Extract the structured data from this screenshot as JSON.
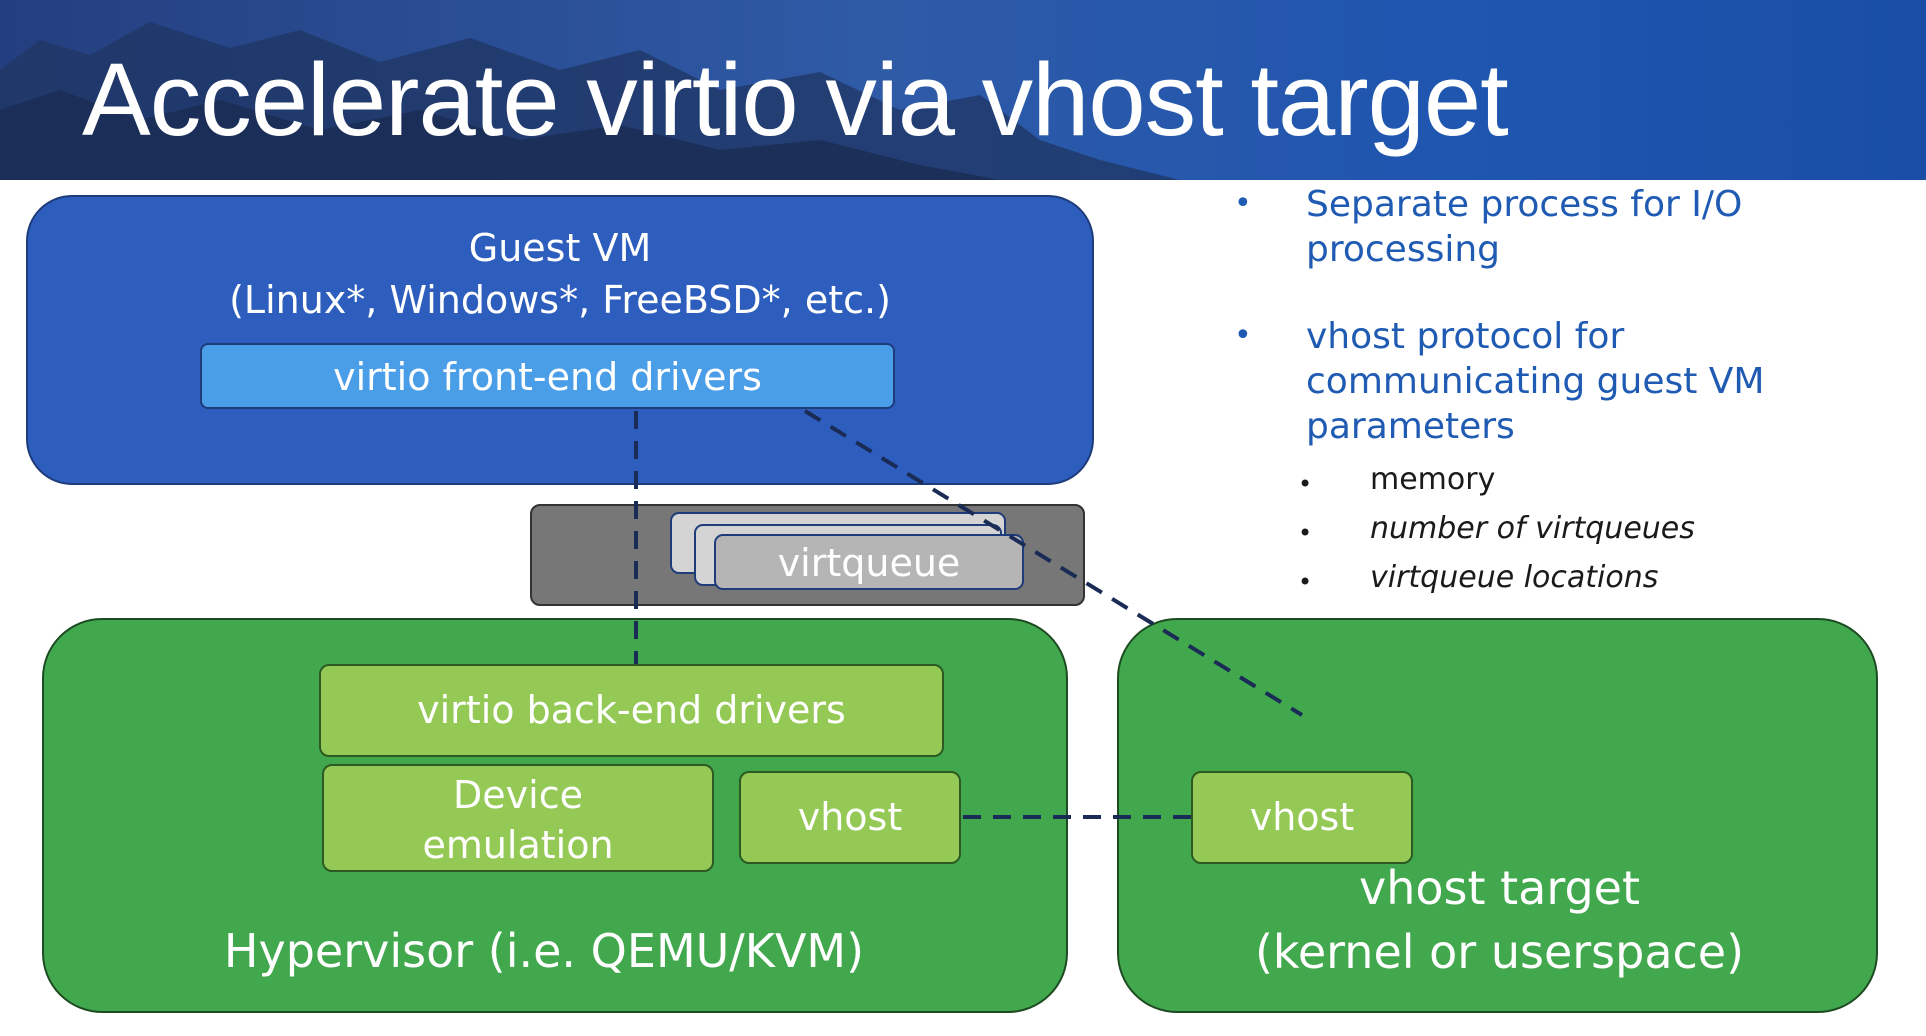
{
  "slide": {
    "title": "Accelerate virtio via vhost target"
  },
  "guest_vm": {
    "title": "Guest VM",
    "subtitle": "(Linux*, Windows*, FreeBSD*, etc.)",
    "frontend_label": "virtio front-end drivers"
  },
  "virtqueue": {
    "label": "virtqueue"
  },
  "hypervisor": {
    "label": "Hypervisor (i.e. QEMU/KVM)",
    "backend_label": "virtio back-end drivers",
    "device_emulation_label": "Device\nemulation",
    "vhost_label": "vhost"
  },
  "vhost_target": {
    "vhost_label": "vhost",
    "label": "vhost target\n(kernel or userspace)"
  },
  "bullets": [
    {
      "text": "Separate process for I/O processing",
      "subitems": []
    },
    {
      "text": "vhost protocol for communicating guest VM parameters",
      "subitems": [
        {
          "text": "memory",
          "italic": false
        },
        {
          "text": "number of virtqueues",
          "italic": true
        },
        {
          "text": "virtqueue locations",
          "italic": true
        }
      ]
    }
  ],
  "colors": {
    "header_blue": "#2f5aa6",
    "guest_vm_blue": "#2e5ebd",
    "frontend_blue": "#4a9ee8",
    "hypervisor_green": "#42a84e",
    "light_green": "#94c955",
    "virtqueue_gray": "#777777",
    "bullet_text_blue": "#1f5bb3",
    "connector_navy": "#1a2b55"
  }
}
